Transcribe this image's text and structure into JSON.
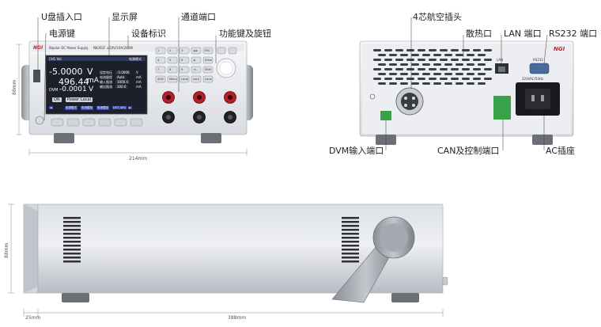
{
  "front_labels": {
    "usb": "U盘插入口",
    "display": "显示屏",
    "channel": "通道端口",
    "power": "电源键",
    "device_label": "设备标识",
    "function_keys": "功能键及旋钮"
  },
  "rear_labels": {
    "aviation_plug": "4芯航空插头",
    "heat_vent": "散热口",
    "lan": "LAN 端口",
    "rs232": "RS232 端口",
    "dvm_input": "DVM输入端口",
    "can_control": "CAN及控制端口",
    "ac_socket": "AC插座"
  },
  "dimensions": {
    "front_height": "88mm",
    "front_width": "214mm",
    "side_height": "88mm",
    "side_front": "25mm",
    "side_depth": "388mm"
  },
  "device": {
    "brand": "NGI",
    "model_line": "Bipolar DC Power Supply",
    "model": "N8361F ±20V/10A/200W",
    "rear_lan": "LAN",
    "rear_rs232": "RS232",
    "rear_ac": "220VAC/50Hz"
  },
  "screen": {
    "channel": "CH1 Vol",
    "mode": "电源模式",
    "voltage": "-5.0000",
    "voltage_unit": "V",
    "current": "496.44",
    "current_unit": "mA",
    "dvm_label": "DVM",
    "dvm_value": "-0.0001",
    "dvm_unit": "V",
    "params": [
      {
        "label": "设定电压",
        "value": "-5.0000",
        "unit": "V"
      },
      {
        "label": "电流量程",
        "value": "Auto",
        "unit": "mA"
      },
      {
        "label": "输入限流",
        "value": "1000.0",
        "unit": "mA"
      },
      {
        "label": "输出限流",
        "value": "300.0",
        "unit": "mA"
      }
    ],
    "status_buttons": [
      "ON",
      "Power",
      "Local"
    ],
    "softkeys": [
      "◄",
      "电源模式",
      "电池模拟",
      "电池模拟",
      "LIST_SEQ",
      "►"
    ]
  },
  "keypad": {
    "rows": [
      [
        "1",
        "2",
        "3",
        "◄◄",
        "ESC"
      ],
      [
        "4",
        "5",
        "6",
        "◄",
        "Enter"
      ],
      [
        "7",
        "8",
        "9",
        "+/-",
        "Shift"
      ],
      [
        "Shift",
        "Menu",
        "Local",
        "Lock",
        "Local"
      ]
    ]
  }
}
